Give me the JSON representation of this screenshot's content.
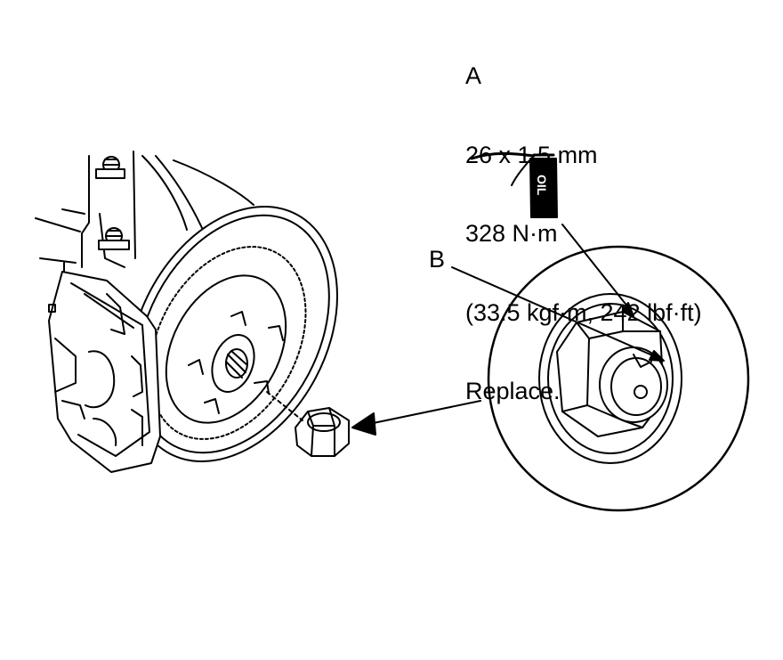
{
  "callout_a": {
    "label": "A",
    "size": "26 x 1.5 mm",
    "torque_nm": "328 N·m",
    "torque_alt": "(33.5 kgf·m, 242 lbf·ft)",
    "note": "Replace."
  },
  "callout_b": {
    "label": "B"
  },
  "oil_can": {
    "text": "OIL"
  },
  "colors": {
    "line": "#000000",
    "background": "#ffffff",
    "can": "#000000"
  }
}
